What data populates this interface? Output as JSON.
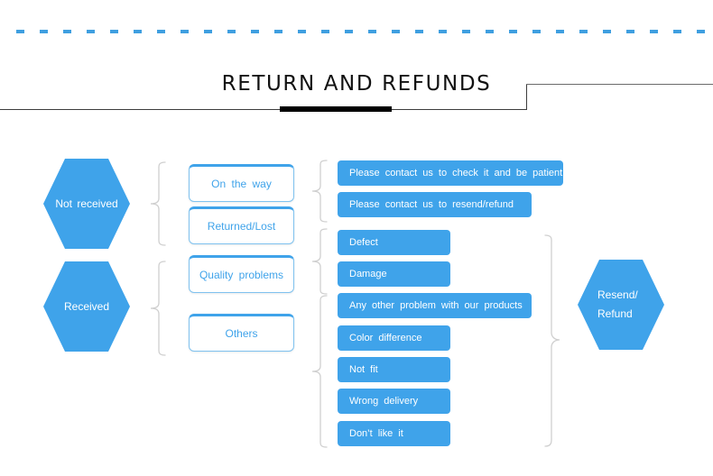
{
  "header": {
    "title": "RETURN AND REFUNDS",
    "dash_count": 30,
    "accent_color": "#3f9fe0",
    "rule_color": "#3d3d3d"
  },
  "theme": {
    "blue": "#3fa3ea",
    "blue_border": "#7fc2ef",
    "white": "#ffffff",
    "brace_gray": "#cfcfcf"
  },
  "flow": {
    "stage1": [
      {
        "id": "not-received",
        "label": "Not  received"
      },
      {
        "id": "received",
        "label": "Received"
      }
    ],
    "stage2": [
      {
        "id": "on-the-way",
        "label": "On  the  way"
      },
      {
        "id": "returned-lost",
        "label": "Returned/Lost"
      },
      {
        "id": "quality-problems",
        "label": "Quality  problems"
      },
      {
        "id": "others",
        "label": "Others"
      }
    ],
    "stage3": [
      {
        "id": "contact-check",
        "label": "Please  contact  us  to  check  it  and  be  patient"
      },
      {
        "id": "contact-resend",
        "label": "Please  contact  us  to  resend/refund"
      },
      {
        "id": "defect",
        "label": "Defect"
      },
      {
        "id": "damage",
        "label": "Damage"
      },
      {
        "id": "any-other",
        "label": "Any  other  problem  with  our  products"
      },
      {
        "id": "color-diff",
        "label": "Color  difference"
      },
      {
        "id": "not-fit",
        "label": "Not  fit"
      },
      {
        "id": "wrong-delivery",
        "label": "Wrong  delivery"
      },
      {
        "id": "dont-like",
        "label": "Don’t  like  it"
      }
    ],
    "stage4": [
      {
        "id": "resend-refund",
        "label": "Resend/\nRefund"
      }
    ]
  }
}
